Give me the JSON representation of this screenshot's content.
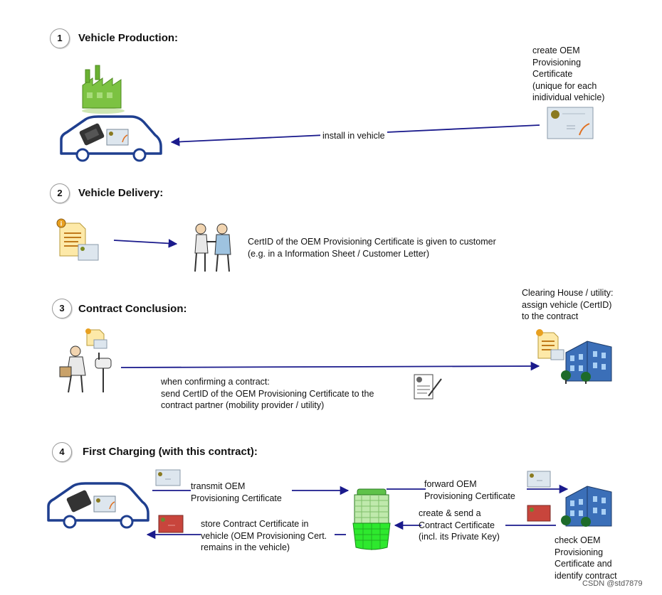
{
  "steps": [
    {
      "number": "1",
      "title": "Vehicle Production:"
    },
    {
      "number": "2",
      "title": "Vehicle Delivery:"
    },
    {
      "number": "3",
      "title": "Contract Conclusion:"
    },
    {
      "number": "4",
      "title": "First Charging (with this contract):"
    }
  ],
  "step1": {
    "create_note": "create OEM\nProvisioning\nCertificate\n(unique for each\ninidividual vehicle)",
    "install_label": "install in vehicle"
  },
  "step2": {
    "certid_note": "CertID of the OEM Provisioning Certificate is given to customer\n(e.g. in a Information Sheet / Customer Letter)"
  },
  "step3": {
    "clearing_note": "Clearing House / utility:\nassign vehicle (CertID)\n to the contract",
    "confirm_note": "when confirming a contract:\nsend CertID of the OEM Provisioning Certificate to the\ncontract partner (mobility provider / utility)"
  },
  "step4": {
    "transmit_note": "transmit OEM\nProvisioning Certificate",
    "forward_note": "forward OEM\nProvisioning Certificate",
    "create_send_note": "create & send a\nContract Certificate\n(incl. its Private Key)",
    "store_note": "store Contract Certificate in\nvehicle (OEM Provisioning Cert.\nremains in the vehicle)",
    "check_note": "check OEM\nProvisioning\nCertificate and\nidentify contract"
  },
  "watermark": "CSDN @std7879",
  "colors": {
    "arrow": "#1a1a8c",
    "car_outline": "#1f3f8f",
    "factory": "#7cc242",
    "cert_paper": "#dde6ee",
    "contract_cert": "#c8453c"
  }
}
